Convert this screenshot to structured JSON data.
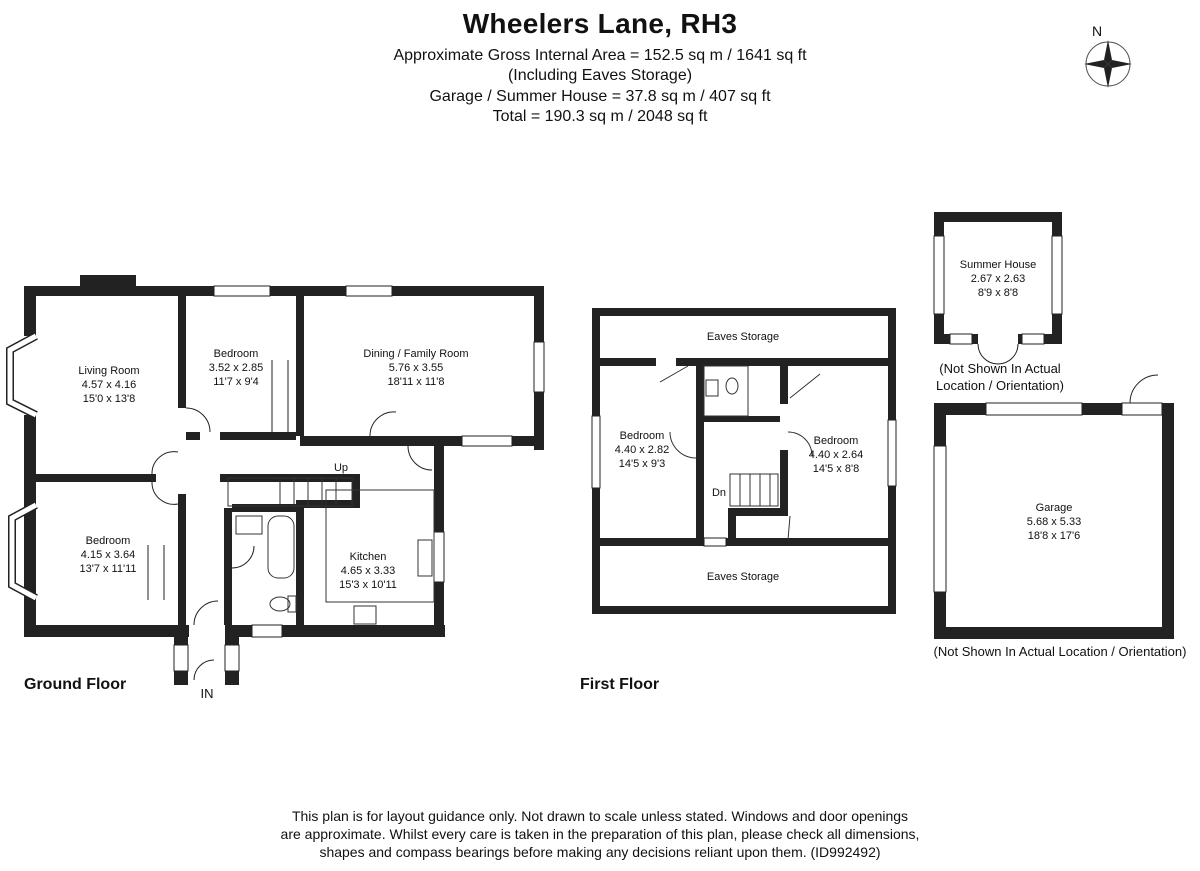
{
  "header": {
    "title": "Wheelers Lane, RH3",
    "area_line": "Approximate Gross Internal Area = 152.5 sq m / 1641 sq ft",
    "including_line": "(Including Eaves Storage)",
    "garage_line": "Garage / Summer House = 37.8 sq m / 407 sq ft",
    "total_line": "Total = 190.3 sq m / 2048 sq ft"
  },
  "compass": {
    "label": "N"
  },
  "ground_floor": {
    "label": "Ground Floor",
    "entrance": "IN",
    "stairs_label": "Up",
    "rooms": [
      {
        "name": "Living Room",
        "metric": "4.57 x 4.16",
        "imperial": "15'0 x 13'8"
      },
      {
        "name": "Bedroom",
        "metric": "3.52 x 2.85",
        "imperial": "11'7 x 9'4"
      },
      {
        "name": "Dining / Family Room",
        "metric": "5.76 x 3.55",
        "imperial": "18'11 x 11'8"
      },
      {
        "name": "Bedroom",
        "metric": "4.15 x 3.64",
        "imperial": "13'7 x 11'11"
      },
      {
        "name": "Kitchen",
        "metric": "4.65 x 3.33",
        "imperial": "15'3 x 10'11"
      }
    ]
  },
  "first_floor": {
    "label": "First Floor",
    "stairs_label": "Dn",
    "eaves_top": "Eaves Storage",
    "eaves_bottom": "Eaves Storage",
    "rooms": [
      {
        "name": "Bedroom",
        "metric": "4.40 x 2.82",
        "imperial": "14'5 x 9'3"
      },
      {
        "name": "Bedroom",
        "metric": "4.40 x 2.64",
        "imperial": "14'5 x 8'8"
      }
    ]
  },
  "summer_house": {
    "name": "Summer House",
    "metric": "2.67 x 2.63",
    "imperial": "8'9 x 8'8",
    "note_line1": "(Not Shown In Actual",
    "note_line2": "Location / Orientation)"
  },
  "garage": {
    "name": "Garage",
    "metric": "5.68 x 5.33",
    "imperial": "18'8 x 17'6",
    "note": "(Not Shown In Actual Location / Orientation)"
  },
  "disclaimer": {
    "line1": "This plan is for layout guidance only. Not drawn to scale unless stated. Windows and door openings",
    "line2": "are approximate. Whilst every care is taken in the preparation of this plan, please check all dimensions,",
    "line3": "shapes and compass bearings before making any decisions reliant upon them. (ID992492)"
  }
}
